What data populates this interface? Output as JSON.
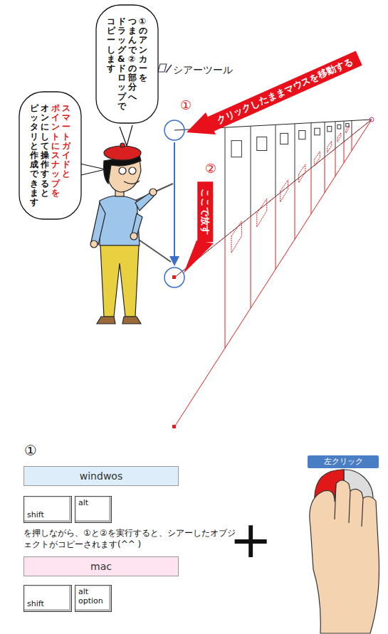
{
  "diagram": {
    "nodes": [
      {
        "text": [
          "①のアンカーを",
          "つまんで②の部分へ",
          "ドラッグ&ドロップで",
          "コピーします"
        ]
      },
      {
        "text": [
          "スマートガイドと",
          "ポイントにスナップを",
          "オンにして操作すると",
          "ピッタリと作成できます"
        ]
      },
      {
        "text": [
          "windwos"
        ]
      },
      {
        "text": [
          "shift"
        ]
      },
      {
        "text": [
          "alt"
        ]
      },
      {
        "text": [
          "mac"
        ]
      },
      {
        "text": [
          "shift"
        ]
      },
      {
        "text": [
          "alt option"
        ]
      },
      {
        "text": [
          "左クリック"
        ]
      }
    ],
    "labels": [
      "シアーツール",
      "クリックしたままマウスを移動する",
      "①",
      "②",
      "ここで放す",
      "①",
      "を押しながら、①と②を実行すると、シアーしたオブジェクトがコピーされます(^^ )",
      "+"
    ]
  }
}
